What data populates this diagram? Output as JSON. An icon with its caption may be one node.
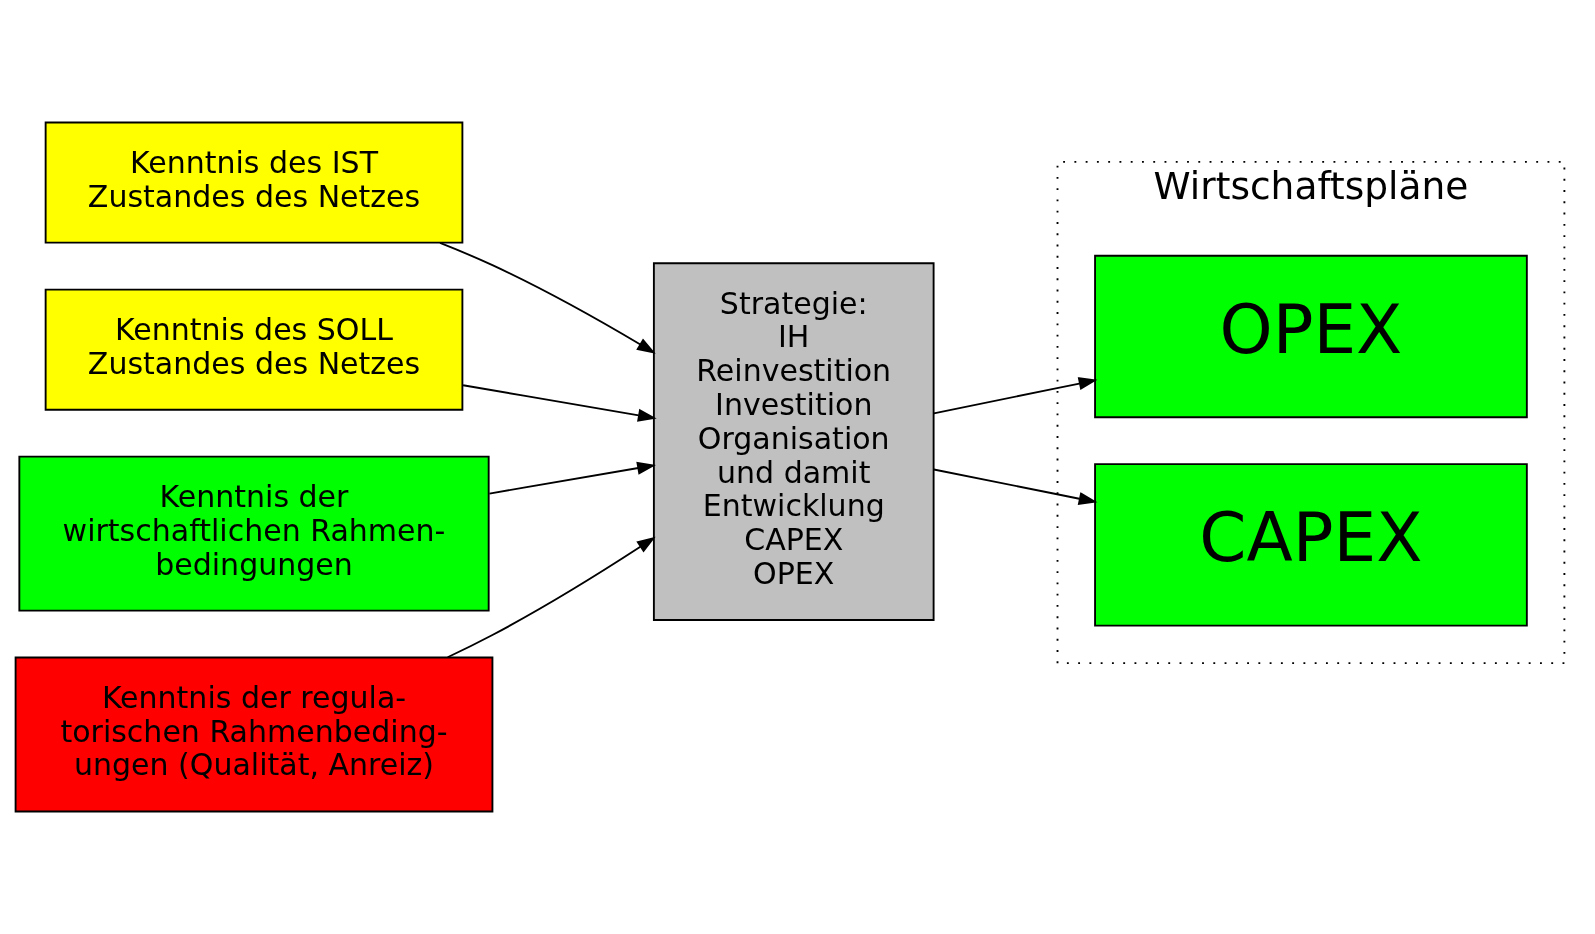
{
  "diagram": {
    "nodes": [
      {
        "text": [
          "Kenntnis des IST Zustandes des Netzes"
        ]
      },
      {
        "text": [
          "Kenntnis des SOLL Zustandes des Netzes"
        ]
      },
      {
        "text": [
          "Kenntnis der wirtschaftlichen Rahmen- bedingungen"
        ]
      },
      {
        "text": [
          "Kenntnis der regula- torischen Rahmenbeding- ungen (Qualität, Anreiz)"
        ]
      },
      {
        "text": [
          "Strategie:",
          "IH",
          "Reinvestition",
          "Investition",
          "Organisation",
          "und damit",
          "Entwicklung",
          "CAPEX",
          "OPEX"
        ]
      },
      {
        "text": [
          "Wirtschaftspläne"
        ]
      },
      {
        "text": [
          "OPEX"
        ],
        "in": 5
      },
      {
        "text": [
          "CAPEX"
        ],
        "in": 5
      }
    ],
    "edges": [
      {
        "from": 0,
        "to": 4,
        "arrow": "to"
      },
      {
        "from": 1,
        "to": 4,
        "arrow": "to"
      },
      {
        "from": 2,
        "to": 4,
        "arrow": "to"
      },
      {
        "from": 3,
        "to": 4,
        "arrow": "to"
      },
      {
        "from": 4,
        "to": 6,
        "arrow": "to"
      },
      {
        "from": 4,
        "to": 7,
        "arrow": "to"
      }
    ]
  }
}
